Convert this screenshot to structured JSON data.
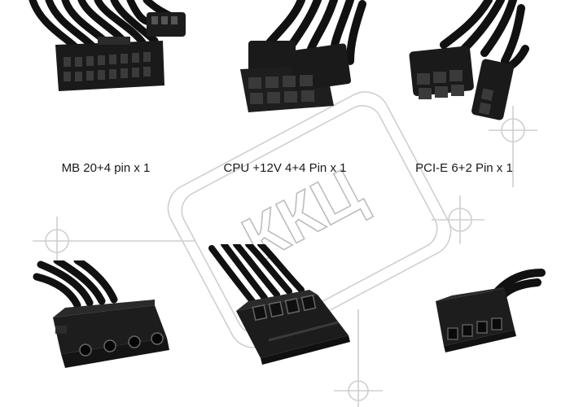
{
  "connectors": [
    {
      "name": "motherboard-connector",
      "caption": "MB 20+4 pin x 1"
    },
    {
      "name": "cpu-connector",
      "caption": "CPU +12V 4+4 Pin x 1"
    },
    {
      "name": "pcie-connector",
      "caption": "PCI-E 6+2 Pin x 1"
    },
    {
      "name": "molex-connector",
      "caption": ""
    },
    {
      "name": "sata-connector",
      "caption": ""
    },
    {
      "name": "fdd-connector",
      "caption": ""
    }
  ],
  "watermark": {
    "text": "ККЦ",
    "color": "#c9c9c9"
  },
  "colors": {
    "cable": "#111111",
    "plastic": "#1c1c1c",
    "highlight": "#4a4a4a",
    "background": "#ffffff"
  }
}
